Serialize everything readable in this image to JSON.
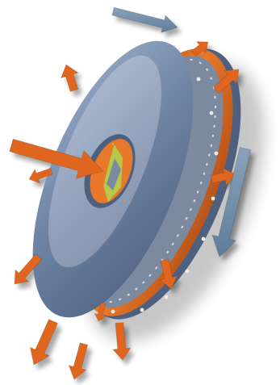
{
  "figure": {
    "subject": "disc-rotor-airflow",
    "colors": {
      "disc_face": "#6f84a4",
      "disc_highlight": "#9aaecb",
      "disc_shadow": "#4e6080",
      "ring": "#e8782a",
      "ring_dark": "#b8551a",
      "arrow_orange": "#e0661f",
      "arrow_blue": "#6d8aa6",
      "inner_green": "#b6c84a",
      "inner_gray": "#7c8aa0",
      "drop_shadow": "#9a9a9a"
    },
    "arrows": {
      "inlet": {
        "icon": "inlet-arrow-icon",
        "direction": "into-center"
      },
      "radial_outflow": {
        "icon": "outflow-arrow-icon",
        "count": 11,
        "direction": "outward"
      },
      "rotation": {
        "icon": "rotation-arrow-icon",
        "count": 2,
        "direction": "clockwise"
      }
    }
  }
}
